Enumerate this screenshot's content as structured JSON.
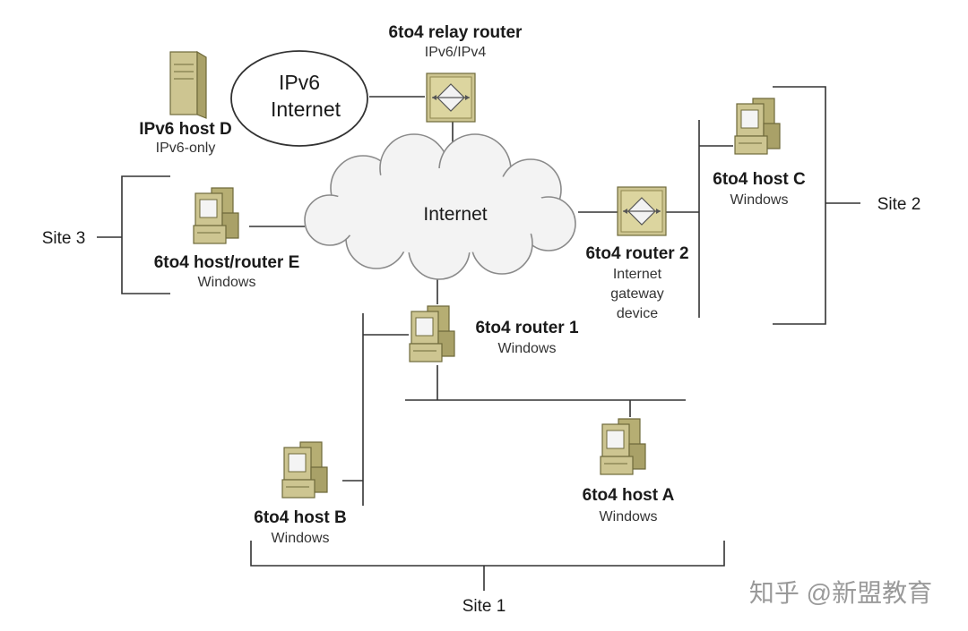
{
  "diagram": {
    "cloud_label": "Internet",
    "ipv6_cloud": {
      "line1": "IPv6",
      "line2": "Internet"
    },
    "nodes": {
      "relay_router": {
        "title": "6to4 relay router",
        "subtitle": "IPv6/IPv4"
      },
      "host_d": {
        "title": "IPv6 host D",
        "subtitle": "IPv6-only"
      },
      "host_e": {
        "title": "6to4 host/router E",
        "subtitle": "Windows"
      },
      "host_c": {
        "title": "6to4 host C",
        "subtitle": "Windows"
      },
      "router_2": {
        "title": "6to4 router 2",
        "sub1": "Internet",
        "sub2": "gateway",
        "sub3": "device"
      },
      "router_1": {
        "title": "6to4 router 1",
        "subtitle": "Windows"
      },
      "host_b": {
        "title": "6to4 host B",
        "subtitle": "Windows"
      },
      "host_a": {
        "title": "6to4 host A",
        "subtitle": "Windows"
      }
    },
    "sites": {
      "site1": "Site 1",
      "site2": "Site 2",
      "site3": "Site 3"
    },
    "watermark": "知乎 @新盟教育",
    "colors": {
      "device_body": "#cdc591",
      "device_dark": "#8f884f",
      "screen": "#f4f4f4",
      "line": "#333333"
    }
  }
}
